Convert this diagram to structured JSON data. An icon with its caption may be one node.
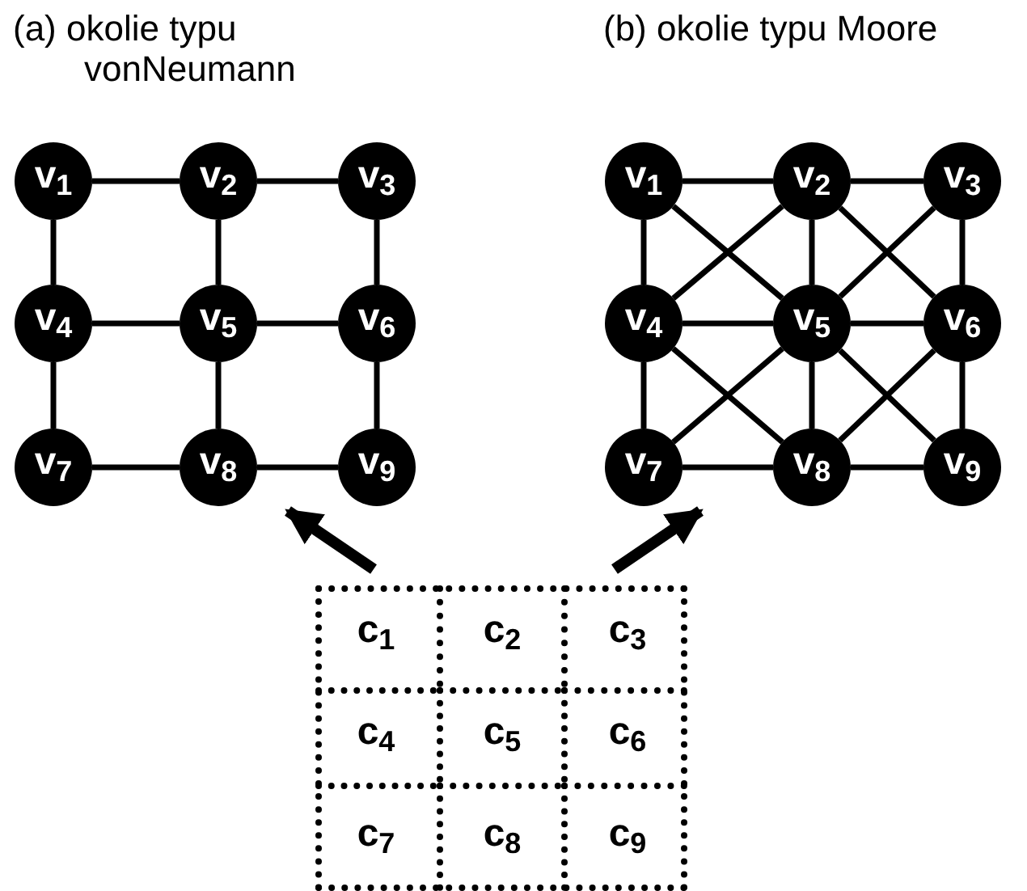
{
  "diagram": {
    "nodes": [
      {
        "text": [
          "(a) okolie typu vonNeumann"
        ]
      },
      {
        "text": [
          "v$_{1}$"
        ],
        "in": 0
      },
      {
        "text": [
          "v$_{2}$"
        ],
        "in": 0
      },
      {
        "text": [
          "v$_{3}$"
        ],
        "in": 0
      },
      {
        "text": [
          "v$_{4}$"
        ],
        "in": 0
      },
      {
        "text": [
          "v$_{5}$"
        ],
        "in": 0
      },
      {
        "text": [
          "v$_{6}$"
        ],
        "in": 0
      },
      {
        "text": [
          "v$_{7}$"
        ],
        "in": 0
      },
      {
        "text": [
          "v$_{8}$"
        ],
        "in": 0
      },
      {
        "text": [
          "v$_{9}$"
        ],
        "in": 0
      },
      {
        "text": [
          "(b) okolie typu Moore"
        ]
      },
      {
        "text": [
          "v$_{1}$"
        ],
        "in": 10
      },
      {
        "text": [
          "v$_{2}$"
        ],
        "in": 10
      },
      {
        "text": [
          "v$_{3}$"
        ],
        "in": 10
      },
      {
        "text": [
          "v$_{4}$"
        ],
        "in": 10
      },
      {
        "text": [
          "v$_{5}$"
        ],
        "in": 10
      },
      {
        "text": [
          "v$_{6}$"
        ],
        "in": 10
      },
      {
        "text": [
          "v$_{7}$"
        ],
        "in": 10
      },
      {
        "text": [
          "v$_{8}$"
        ],
        "in": 10
      },
      {
        "text": [
          "v$_{9}$"
        ],
        "in": 10
      },
      {
        "text": [],
        "shape": "box"
      },
      {
        "text": [
          "c$_{1}$"
        ],
        "in": 20
      },
      {
        "text": [
          "c$_{2}$"
        ],
        "in": 20
      },
      {
        "text": [
          "c$_{3}$"
        ],
        "in": 20
      },
      {
        "text": [
          "c$_{4}$"
        ],
        "in": 20
      },
      {
        "text": [
          "c$_{5}$"
        ],
        "in": 20
      },
      {
        "text": [
          "c$_{6}$"
        ],
        "in": 20
      },
      {
        "text": [
          "c$_{7}$"
        ],
        "in": 20
      },
      {
        "text": [
          "c$_{8}$"
        ],
        "in": 20
      },
      {
        "text": [
          "c$_{9}$"
        ],
        "in": 20
      }
    ],
    "edges": [
      {
        "from": 1,
        "to": 2,
        "arrow": "none"
      },
      {
        "from": 2,
        "to": 3,
        "arrow": "none"
      },
      {
        "from": 1,
        "to": 4,
        "arrow": "none"
      },
      {
        "from": 2,
        "to": 5,
        "arrow": "none"
      },
      {
        "from": 3,
        "to": 6,
        "arrow": "none"
      },
      {
        "from": 4,
        "to": 5,
        "arrow": "none"
      },
      {
        "from": 5,
        "to": 6,
        "arrow": "none"
      },
      {
        "from": 4,
        "to": 7,
        "arrow": "none"
      },
      {
        "from": 5,
        "to": 8,
        "arrow": "none"
      },
      {
        "from": 6,
        "to": 9,
        "arrow": "none"
      },
      {
        "from": 7,
        "to": 8,
        "arrow": "none"
      },
      {
        "from": 8,
        "to": 9,
        "arrow": "none"
      },
      {
        "from": 11,
        "to": 12,
        "arrow": "none"
      },
      {
        "from": 12,
        "to": 13,
        "arrow": "none"
      },
      {
        "from": 11,
        "to": 14,
        "arrow": "none"
      },
      {
        "from": 11,
        "to": 15,
        "arrow": "none"
      },
      {
        "from": 12,
        "to": 14,
        "arrow": "none"
      },
      {
        "from": 12,
        "to": 15,
        "arrow": "none"
      },
      {
        "from": 12,
        "to": 16,
        "arrow": "none"
      },
      {
        "from": 13,
        "to": 15,
        "arrow": "none"
      },
      {
        "from": 13,
        "to": 16,
        "arrow": "none"
      },
      {
        "from": 14,
        "to": 15,
        "arrow": "none"
      },
      {
        "from": 15,
        "to": 16,
        "arrow": "none"
      },
      {
        "from": 14,
        "to": 17,
        "arrow": "none"
      },
      {
        "from": 14,
        "to": 18,
        "arrow": "none"
      },
      {
        "from": 15,
        "to": 17,
        "arrow": "none"
      },
      {
        "from": 15,
        "to": 18,
        "arrow": "none"
      },
      {
        "from": 15,
        "to": 19,
        "arrow": "none"
      },
      {
        "from": 16,
        "to": 18,
        "arrow": "none"
      },
      {
        "from": 16,
        "to": 19,
        "arrow": "none"
      },
      {
        "from": 17,
        "to": 18,
        "arrow": "none"
      },
      {
        "from": 18,
        "to": 19,
        "arrow": "none"
      },
      {
        "from": 20,
        "to": 0,
        "arrow": "to",
        "style": "thick"
      },
      {
        "from": 20,
        "to": 10,
        "arrow": "to",
        "style": "thick"
      }
    ]
  }
}
